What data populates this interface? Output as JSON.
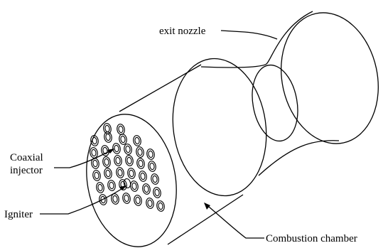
{
  "diagram": {
    "labels": {
      "exit_nozzle": "exit nozzle",
      "coaxial_line1": "Coaxial",
      "coaxial_line2": "injector",
      "igniter": "Igniter",
      "combustion_chamber": "Combustion chamber"
    },
    "injector_face": {
      "element_count": 36,
      "element_style": "double concentric circles"
    },
    "colors": {
      "stroke": "#000000",
      "background": "#ffffff"
    }
  }
}
